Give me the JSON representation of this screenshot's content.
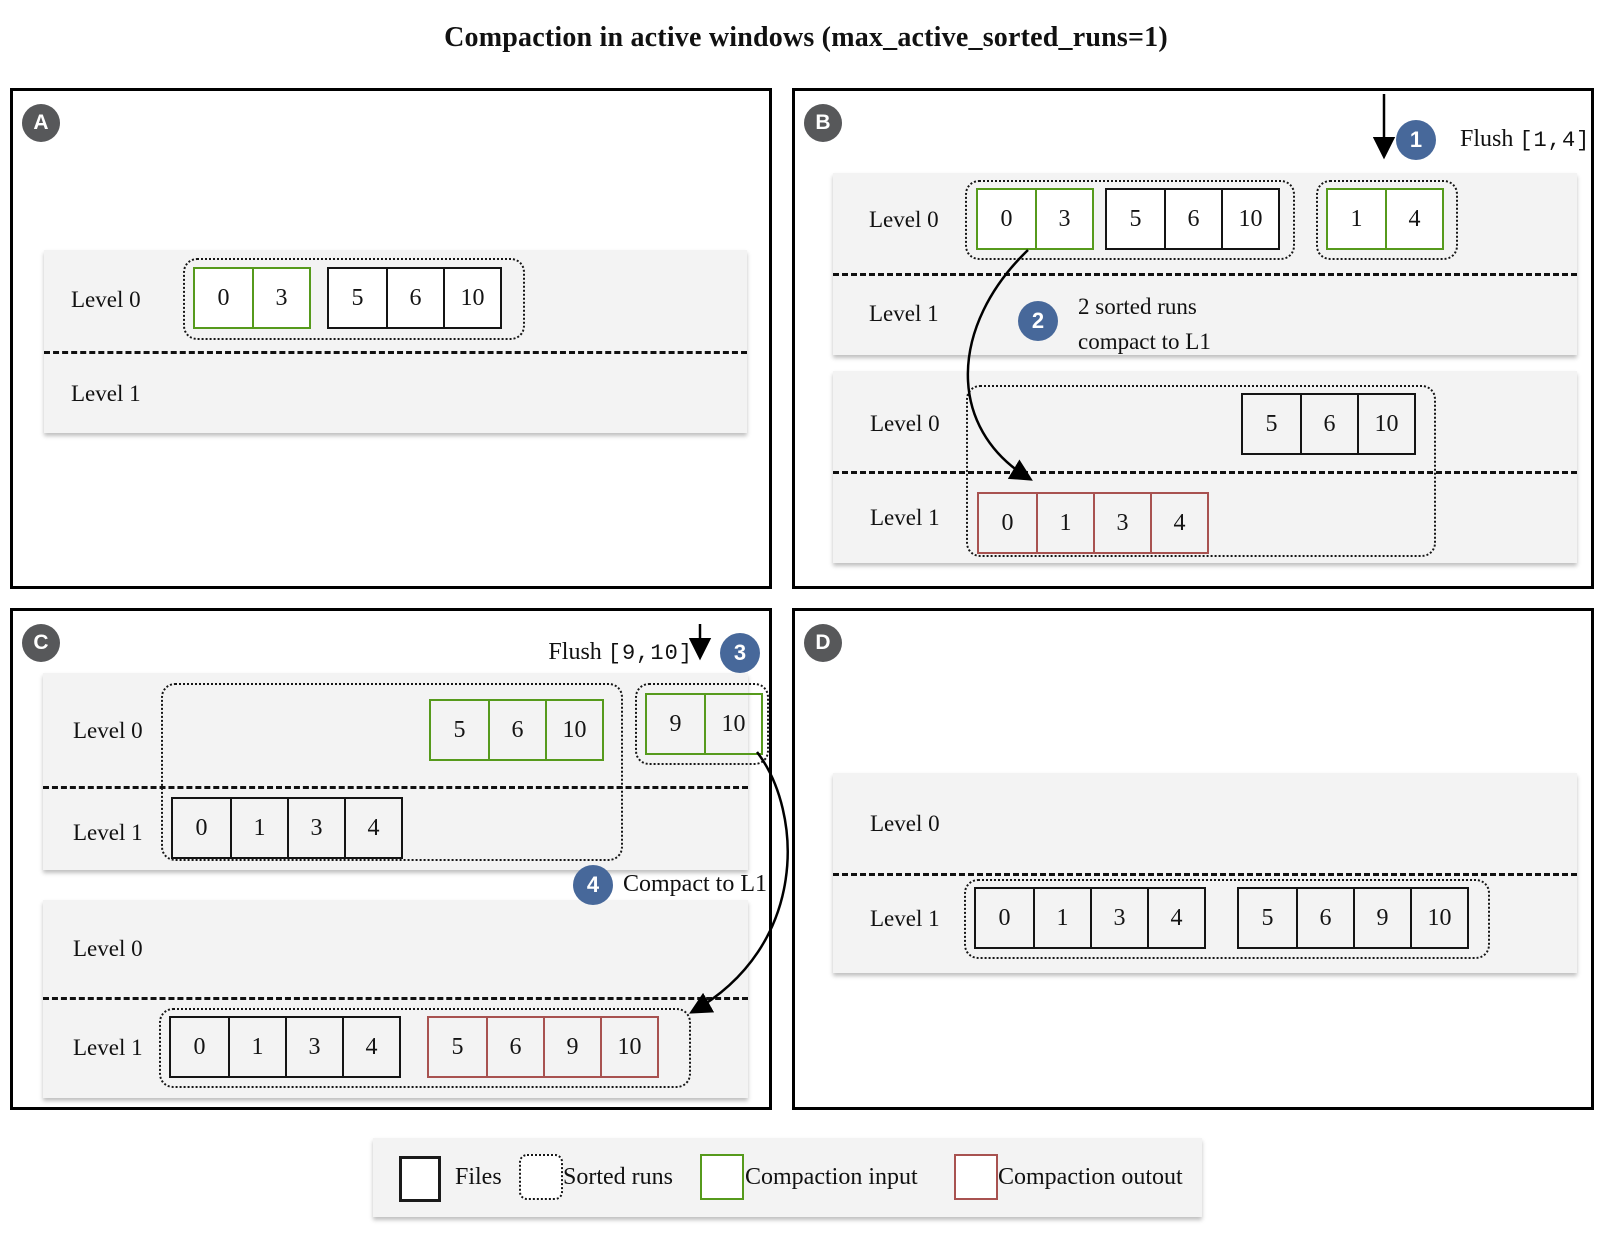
{
  "title": "Compaction in active windows (max_active_sorted_runs=1)",
  "colors": {
    "files_border": "#1a1a1a",
    "compaction_input": "#569a1c",
    "compaction_output": "#a85250",
    "badge_step": "#47689a",
    "badge_panel": "#57585a",
    "band_bg": "#f3f3f3"
  },
  "panels": {
    "a": {
      "badge": "A",
      "level0": "Level 0",
      "level1": "Level 1",
      "file_03": [
        "0",
        "3"
      ],
      "file_5610": [
        "5",
        "6",
        "10"
      ]
    },
    "b": {
      "badge": "B",
      "step1": {
        "num": "1",
        "label": "Flush",
        "code": "[1,4]"
      },
      "top": {
        "level0": "Level 0",
        "level1": "Level 1",
        "file_03": [
          "0",
          "3"
        ],
        "file_5610": [
          "5",
          "6",
          "10"
        ],
        "file_14": [
          "1",
          "4"
        ]
      },
      "step2": {
        "num": "2",
        "line1": "2 sorted runs",
        "line2": "compact to L1"
      },
      "bottom": {
        "level0": "Level 0",
        "level1": "Level 1",
        "file_5610": [
          "5",
          "6",
          "10"
        ],
        "file_0134": [
          "0",
          "1",
          "3",
          "4"
        ]
      }
    },
    "c": {
      "badge": "C",
      "step3": {
        "num": "3",
        "label": "Flush",
        "code": "[9,10]"
      },
      "top": {
        "level0": "Level 0",
        "level1": "Level 1",
        "file_5610": [
          "5",
          "6",
          "10"
        ],
        "file_0134": [
          "0",
          "1",
          "3",
          "4"
        ],
        "file_910": [
          "9",
          "10"
        ]
      },
      "step4": {
        "num": "4",
        "label": "Compact to L1"
      },
      "bottom": {
        "level0": "Level 0",
        "level1": "Level 1",
        "file_0134": [
          "0",
          "1",
          "3",
          "4"
        ],
        "file_56910": [
          "5",
          "6",
          "9",
          "10"
        ]
      }
    },
    "d": {
      "badge": "D",
      "band": {
        "level0": "Level 0",
        "level1": "Level 1",
        "file_0134": [
          "0",
          "1",
          "3",
          "4"
        ],
        "file_56910": [
          "5",
          "6",
          "9",
          "10"
        ]
      }
    }
  },
  "legend": {
    "files": "Files",
    "sorted_runs": "Sorted runs",
    "compaction_input": "Compaction input",
    "compaction_output": "Compaction outout"
  }
}
